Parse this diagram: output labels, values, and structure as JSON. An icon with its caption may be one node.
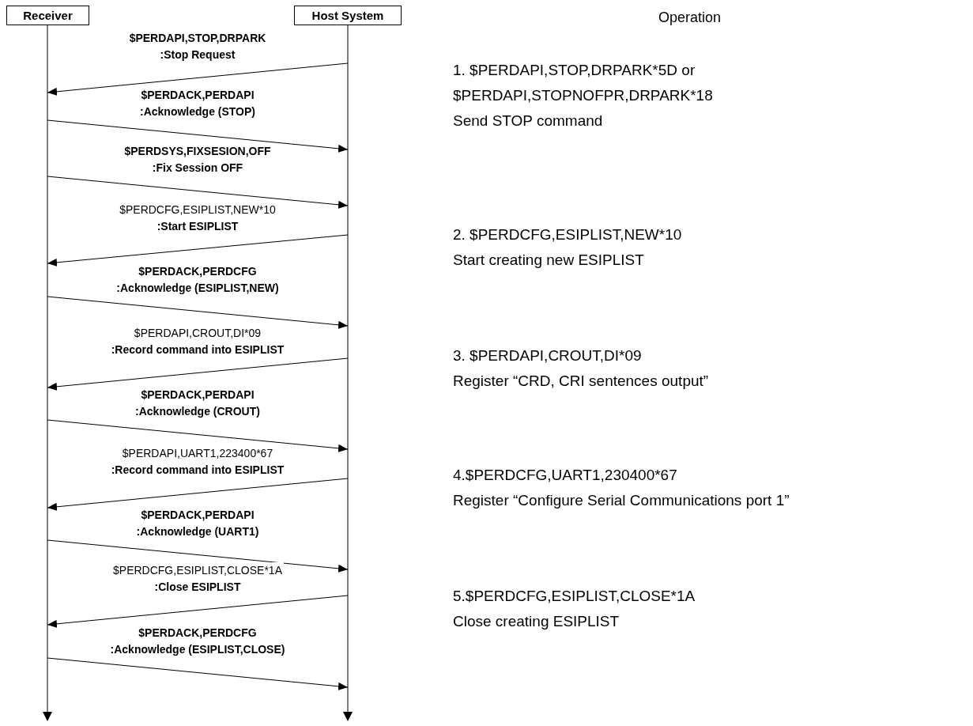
{
  "diagram": {
    "nodes": [
      {
        "text": [
          "Receiver"
        ]
      },
      {
        "text": [
          "Host System"
        ]
      }
    ],
    "edges": [
      {
        "from": 1,
        "to": 0,
        "arrow": "to",
        "label": "**$PERDAPI,STOP,DRPARK :Stop Request**"
      },
      {
        "from": 0,
        "to": 1,
        "arrow": "to",
        "label": "**$PERDACK,PERDAPI :Acknowledge (STOP)**"
      },
      {
        "from": 0,
        "to": 1,
        "arrow": "to",
        "label": "**$PERDSYS,FIXSESION,OFF :Fix Session OFF**"
      },
      {
        "from": 1,
        "to": 0,
        "arrow": "to",
        "label": "$PERDCFG,ESIPLIST,NEW*10 **:Start ESIPLIST**"
      },
      {
        "from": 0,
        "to": 1,
        "arrow": "to",
        "label": "**$PERDACK,PERDCFG :Acknowledge (ESIPLIST,NEW)**"
      },
      {
        "from": 1,
        "to": 0,
        "arrow": "to",
        "label": "$PERDAPI,CROUT,DI*09 **:Record command into ESIPLIST**"
      },
      {
        "from": 0,
        "to": 1,
        "arrow": "to",
        "label": "**$PERDACK,PERDAPI :Acknowledge (CROUT)**"
      },
      {
        "from": 1,
        "to": 0,
        "arrow": "to",
        "label": "$PERDAPI,UART1,223400*67 **:Record command into ESIPLIST**"
      },
      {
        "from": 0,
        "to": 1,
        "arrow": "to",
        "label": "**$PERDACK,PERDAPI :Acknowledge (UART1)**"
      },
      {
        "from": 1,
        "to": 0,
        "arrow": "to",
        "label": "$PERDCFG,ESIPLIST,CLOSE*1A **:Close ESIPLIST**"
      },
      {
        "from": 0,
        "to": 1,
        "arrow": "to",
        "label": "**$PERDACK,PERDCFG :Acknowledge (ESIPLIST,CLOSE)**"
      }
    ],
    "labels": [
      "Operation",
      "1. $PERDAPI,STOP,DRPARK*5D or $PERDAPI,STOPNOFPR,DRPARK*18",
      "Send STOP command",
      "2. $PERDCFG,ESIPLIST,NEW*10",
      "Start creating new ESIPLIST",
      "3. $PERDAPI,CROUT,DI*09",
      "Register “CRD, CRI sentences output”",
      "4.$PERDCFG,UART1,230400*67",
      "Register “Configure Serial Communications port 1”",
      "5.$PERDCFG,ESIPLIST,CLOSE*1A",
      "Close creating ESIPLIST"
    ]
  }
}
